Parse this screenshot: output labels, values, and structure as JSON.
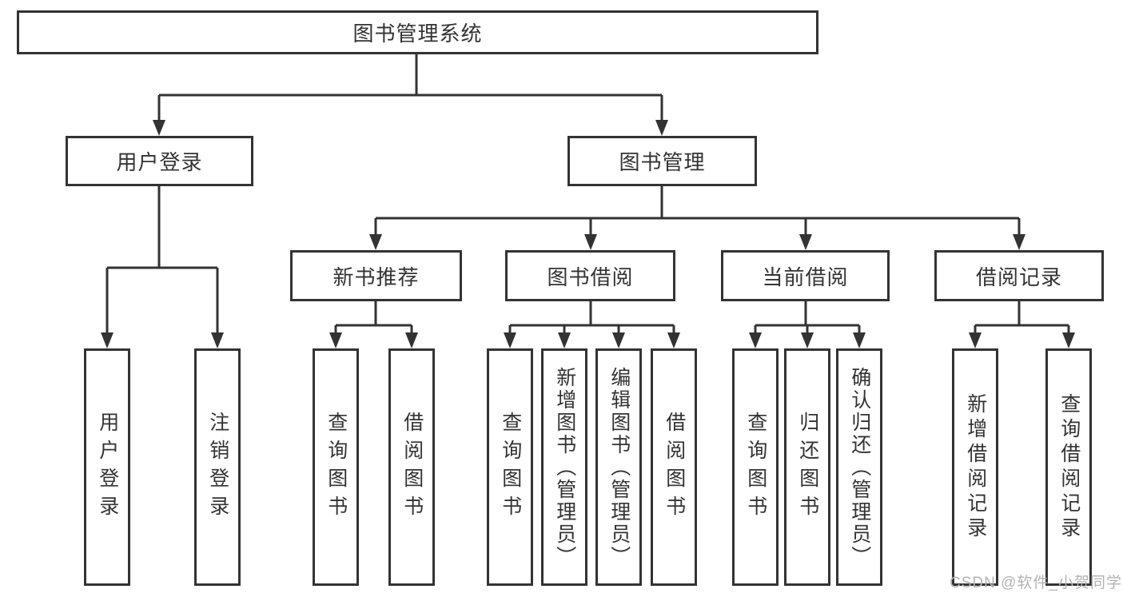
{
  "diagram": {
    "watermark": "CSDN @软件_小贺同学",
    "colors": {
      "line": "#333333",
      "box_border": "#333333",
      "text": "#333333",
      "watermark": "#b3b3b3",
      "background": "#ffffff"
    },
    "tree": {
      "label": "图书管理系统",
      "children": [
        {
          "label": "用户登录",
          "children": [
            {
              "label": "用户登录"
            },
            {
              "label": "注销登录"
            }
          ]
        },
        {
          "label": "图书管理",
          "children": [
            {
              "label": "新书推荐",
              "children": [
                {
                  "label": "查询图书"
                },
                {
                  "label": "借阅图书"
                }
              ]
            },
            {
              "label": "图书借阅",
              "children": [
                {
                  "label": "查询图书"
                },
                {
                  "label": "新增图书（管理员）"
                },
                {
                  "label": "编辑图书（管理员）"
                },
                {
                  "label": "借阅图书"
                }
              ]
            },
            {
              "label": "当前借阅",
              "children": [
                {
                  "label": "查询图书"
                },
                {
                  "label": "归还图书"
                },
                {
                  "label": "确认归还（管理员）"
                }
              ]
            },
            {
              "label": "借阅记录",
              "children": [
                {
                  "label": "新增借阅记录"
                },
                {
                  "label": "查询借阅记录"
                }
              ]
            }
          ]
        }
      ]
    }
  }
}
